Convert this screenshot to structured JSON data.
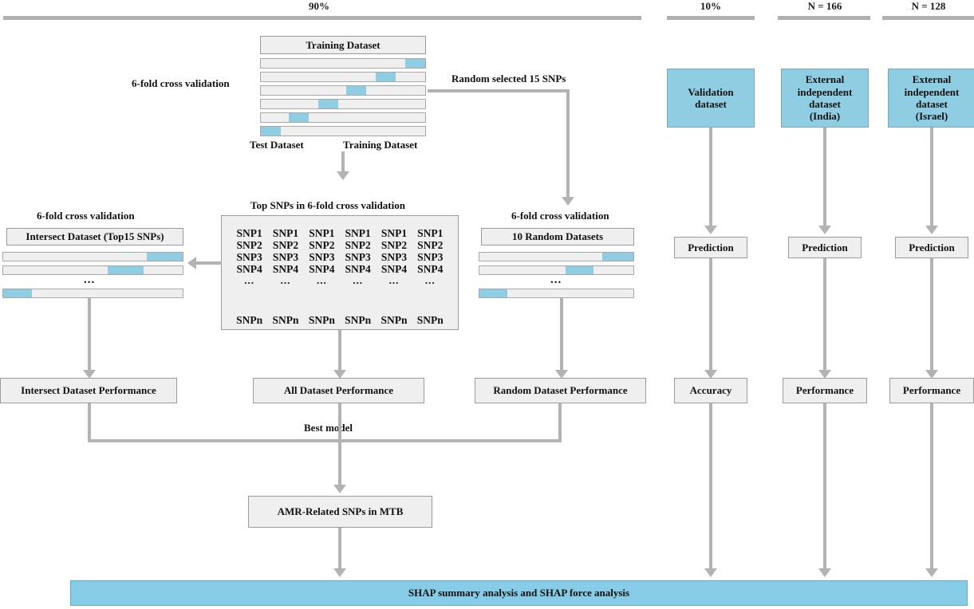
{
  "diagram": {
    "title": "Machine learning workflow for AMR-related SNPs in MTB",
    "accent_color": "#8fcde2",
    "box_fill": "#efefef",
    "connector_color": "#b3b3b3"
  },
  "header": {
    "segments": [
      {
        "label": "90%"
      },
      {
        "label": "10%"
      },
      {
        "label": "N = 166"
      },
      {
        "label": "N = 128"
      }
    ]
  },
  "labels": {
    "cv_main": "6-fold cross validation",
    "cv_intersect": "6-fold cross validation",
    "cv_random": "6-fold cross validation",
    "random_selected": "Random selected 15 SNPs",
    "test_dataset": "Test Dataset",
    "training_dataset_legend": "Training Dataset",
    "top_snps": "Top SNPs in 6-fold cross validation",
    "best_model": "Best model",
    "ellipsis": "..."
  },
  "boxes": {
    "training_dataset": "Training Dataset",
    "intersect_dataset": "Intersect Dataset (Top15 SNPs)",
    "random_datasets": "10  Random Datasets",
    "validation_dataset": "Validation\ndataset",
    "external_india": "External\nindependent\ndataset\n(India)",
    "external_israel": "External\nindependent\ndataset\n(Israel)",
    "prediction_1": "Prediction",
    "prediction_2": "Prediction",
    "prediction_3": "Prediction",
    "intersect_performance": "Intersect Dataset Performance",
    "all_performance": "All Dataset Performance",
    "random_performance": "Random Dataset Performance",
    "accuracy": "Accuracy",
    "performance_india": "Performance",
    "performance_israel": "Performance",
    "amr_snps": "AMR-Related SNPs in MTB",
    "shap": "SHAP  summary analysis and SHAP force analysis"
  },
  "snp_grid": {
    "columns": 6,
    "rows": [
      {
        "label": "SNP1"
      },
      {
        "label": "SNP2"
      },
      {
        "label": "SNP3"
      },
      {
        "label": "SNP4"
      },
      {
        "label": "..."
      },
      {
        "label": "SNPn"
      }
    ]
  },
  "cv_folds": {
    "main": [
      {
        "seg_left_pct": 88,
        "seg_width_pct": 12
      },
      {
        "seg_left_pct": 70,
        "seg_width_pct": 12
      },
      {
        "seg_left_pct": 52,
        "seg_width_pct": 12
      },
      {
        "seg_left_pct": 35,
        "seg_width_pct": 12
      },
      {
        "seg_left_pct": 17,
        "seg_width_pct": 12
      },
      {
        "seg_left_pct": 0,
        "seg_width_pct": 12
      }
    ],
    "intersect": [
      {
        "seg_left_pct": 80,
        "seg_width_pct": 20
      },
      {
        "seg_left_pct": 58,
        "seg_width_pct": 20
      },
      {
        "seg_left_pct": 0,
        "seg_width_pct": 16
      }
    ],
    "random": [
      {
        "seg_left_pct": 80,
        "seg_width_pct": 20
      },
      {
        "seg_left_pct": 56,
        "seg_width_pct": 18
      },
      {
        "seg_left_pct": 0,
        "seg_width_pct": 18
      }
    ]
  }
}
